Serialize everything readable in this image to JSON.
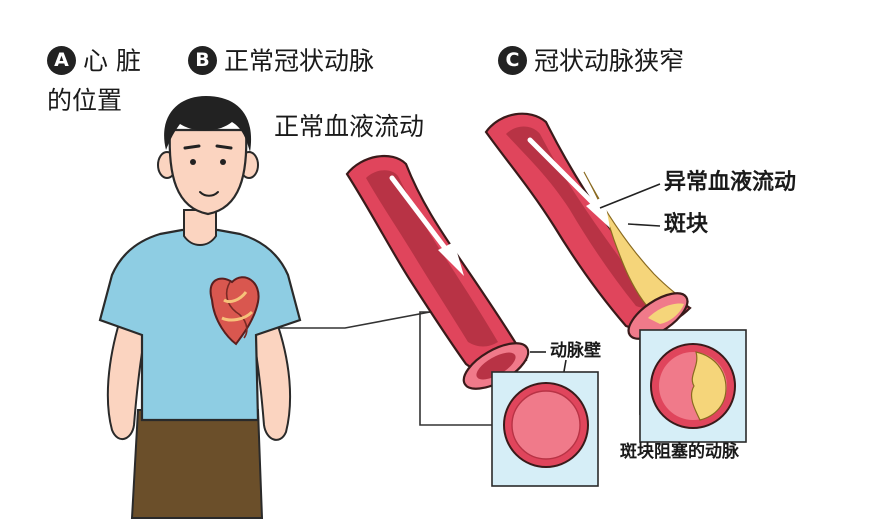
{
  "sections": {
    "a": {
      "badge": "A",
      "label": "心 脏",
      "label_line2": "的位置"
    },
    "b": {
      "badge": "B",
      "label": "正常冠状动脉"
    },
    "c": {
      "badge": "C",
      "label": "冠状动脉狭窄"
    }
  },
  "annotations": {
    "normal_flow": "正常血液流动",
    "abnormal_flow": "异常血液流动",
    "plaque": "斑块",
    "artery_wall": "动脉壁",
    "blocked_artery": "斑块阻塞的动脉"
  },
  "colors": {
    "artery_wall": "#e0455c",
    "artery_lumen": "#b83345",
    "artery_inner": "#f07a8a",
    "plaque": "#f5d57a",
    "inset_bg": "#d6eef7",
    "shirt": "#8ecde3",
    "pants": "#6b4f2a",
    "skin": "#fbd4c0",
    "hair": "#222222"
  }
}
